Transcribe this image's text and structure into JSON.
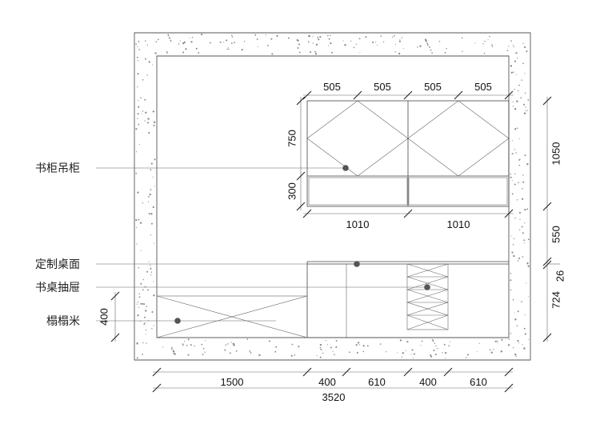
{
  "labels": {
    "wall_cabinet": "书柜吊柜",
    "desk_top": "定制桌面",
    "desk_drawer": "书桌抽屉",
    "tatami": "榻榻米"
  },
  "dimensions": {
    "upper_cols": [
      "505",
      "505",
      "505",
      "505"
    ],
    "cab_height": "750",
    "shelf_height": "300",
    "lower_cols": [
      "1010",
      "1010"
    ],
    "right_total": "1050",
    "right_gap": "550",
    "right_desk_thk": "26",
    "right_desk_h": "724",
    "tatami_h": "400",
    "bottom_cols": [
      "1500",
      "400",
      "610",
      "400",
      "610"
    ],
    "bottom_total": "3520"
  }
}
